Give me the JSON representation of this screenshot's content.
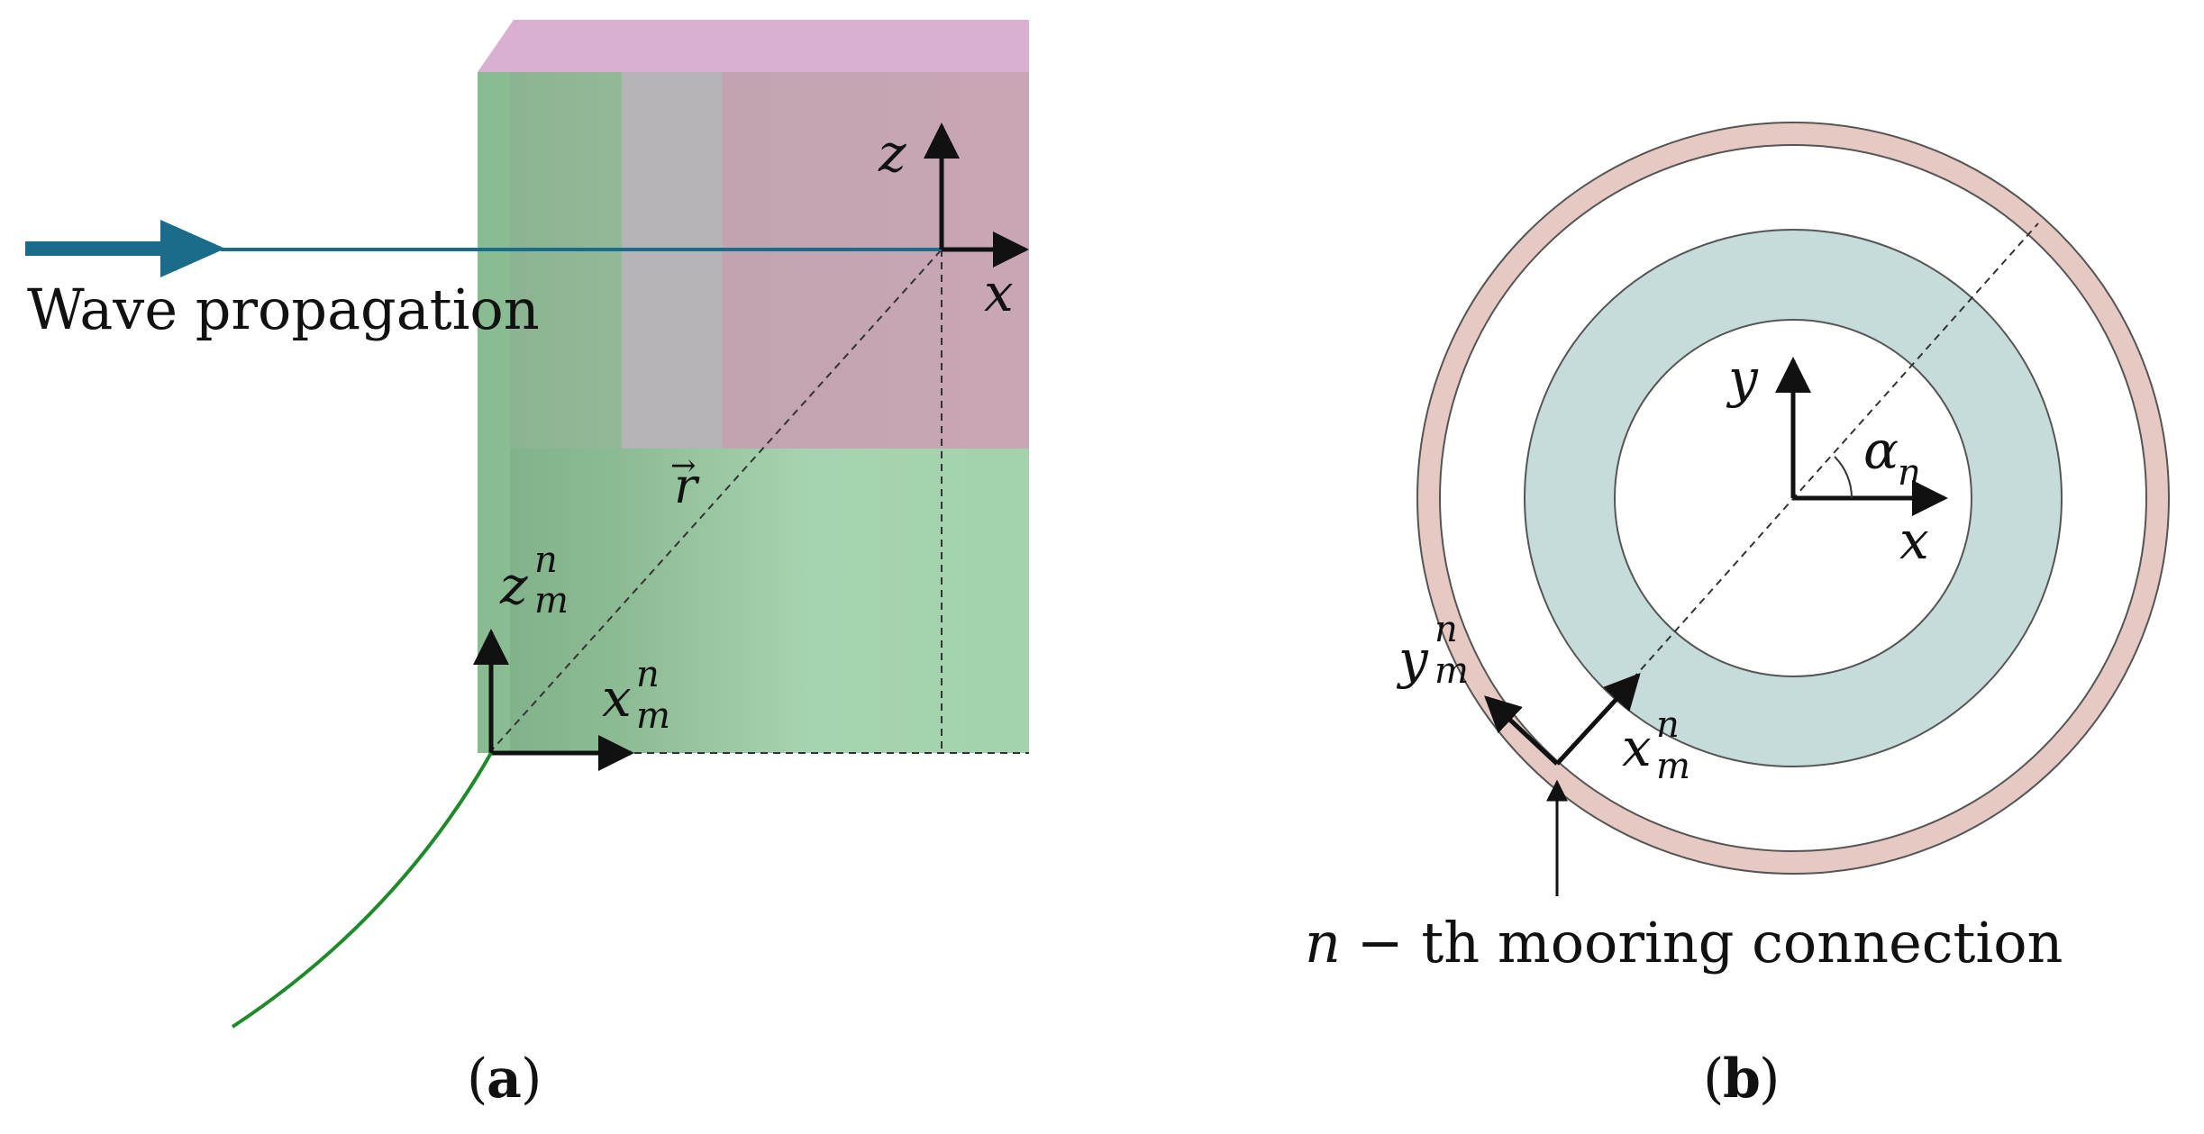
{
  "panel_a": {
    "caption": "(a)",
    "caption_open": "(",
    "caption_letter": "a",
    "caption_close": ")",
    "wave_label": "Wave propagation",
    "axis_z": "z",
    "axis_x": "x",
    "vector_r": "r",
    "vector_r_arrow": "→",
    "mooring_z_base": "z",
    "mooring_x_base": "x",
    "sub_m": "m",
    "sup_n": "n"
  },
  "panel_b": {
    "caption": "(b)",
    "caption_open": "(",
    "caption_letter": "b",
    "caption_close": ")",
    "axis_y": "y",
    "axis_x": "x",
    "angle_base": "α",
    "angle_sub": "n",
    "mooring_y_base": "y",
    "mooring_x_base": "x",
    "sub_m": "m",
    "sup_n": "n",
    "connection_n": "n",
    "connection_text": " − th mooring connection"
  },
  "colors": {
    "wave_arrow": "#1b6b8a",
    "pontoon_top": "#d4aac8",
    "pontoon_side": "#c9a8b8",
    "column_green": "#a5d3ad",
    "mooring_line": "#1f8a2a",
    "outer_ring": "#e6c9c2",
    "inner_ring": "#c6dcdb"
  }
}
